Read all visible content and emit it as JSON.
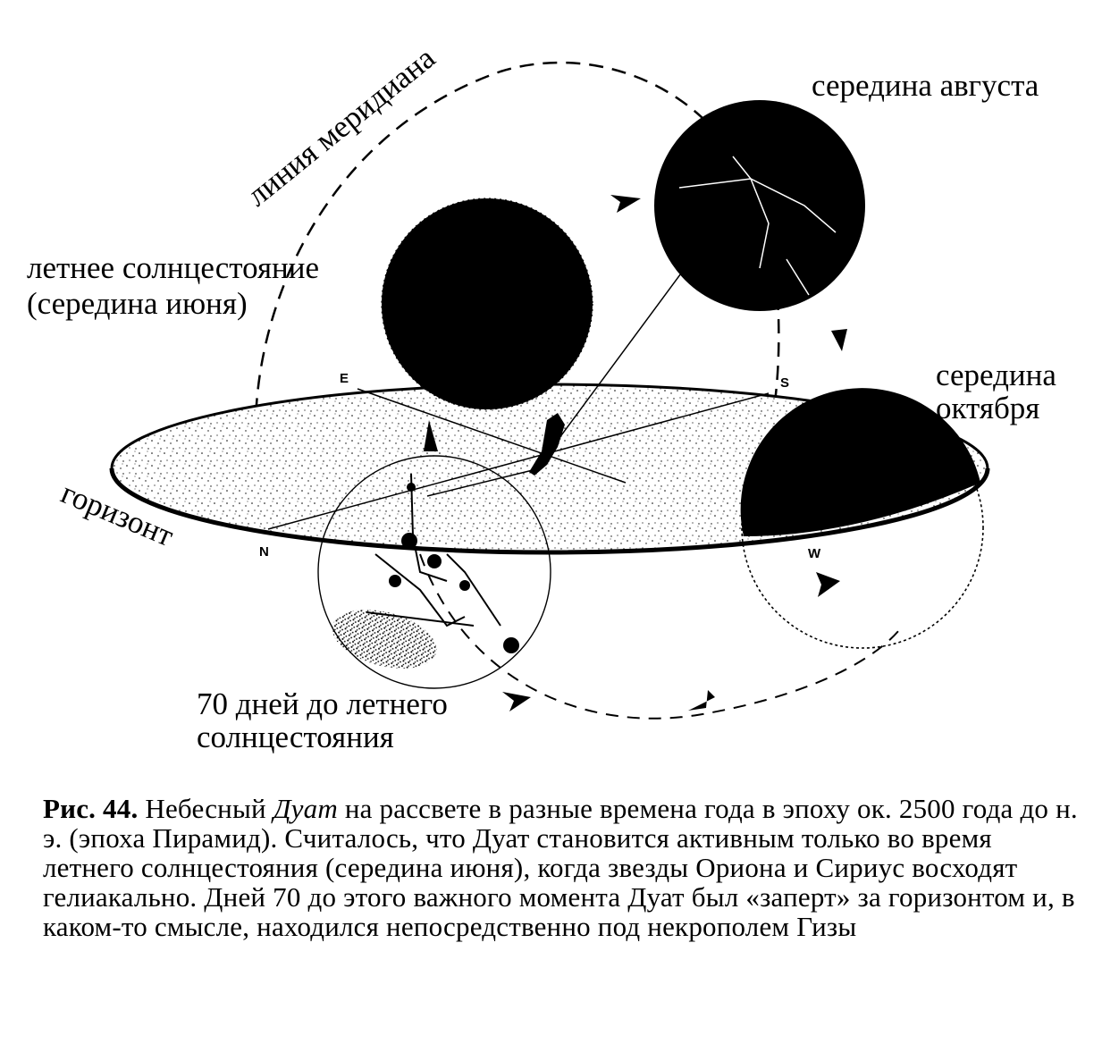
{
  "labels": {
    "meridian": "линия меридиана",
    "mid_august": "середина августа",
    "summer_solstice_line1": "летнее солнцестояние",
    "summer_solstice_line2": "(середина июня)",
    "mid_october_line1": "середина",
    "mid_october_line2": "октября",
    "horizon": "горизонт",
    "days_70_line1": "70 дней до летнего",
    "days_70_line2": "солнцестояния",
    "east": "E",
    "south": "S",
    "north": "N",
    "west": "W"
  },
  "caption": {
    "figure": "Рис. 44.",
    "before_italic": " Небесный ",
    "italic": "Дуат",
    "after_italic": " на рассвете в разные времена года в эпоху ок. 2500 года до н. э. (эпоха Пирамид). Считалось, что Дуат становится активным только во время летнего солнцестояния (середина июня), когда звезды Ориона и Сириус восходят гелиакально. Дней 70 до этого важного момента Дуат был «заперт» за горизонтом и, в каком-то смысле, находился непосредственно под некрополем Гизы"
  }
}
